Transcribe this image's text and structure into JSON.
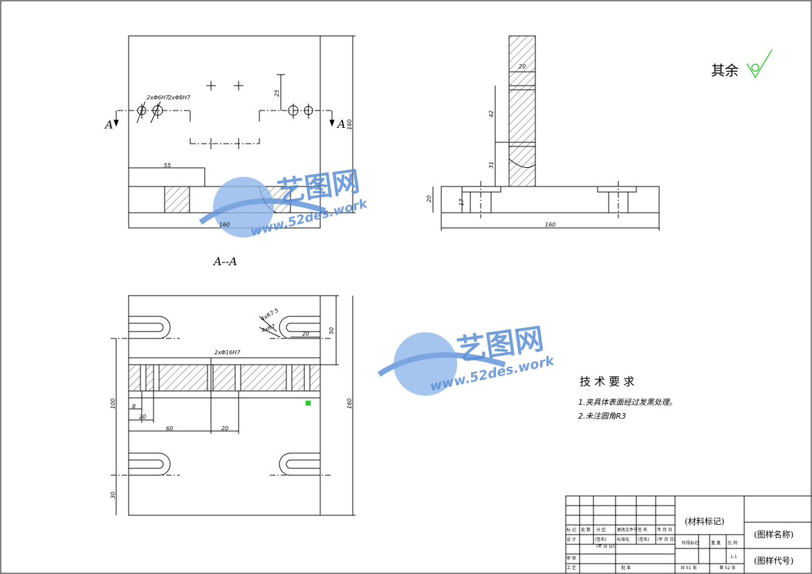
{
  "views": {
    "section_label": "A--A",
    "section_mark_left": "A",
    "section_mark_right": "A"
  },
  "dims": {
    "hole_note_1": "2xΦ6H7",
    "hole_note_2": "2xΦ8H7",
    "d25": "25",
    "d55": "55",
    "d160_vert": "160",
    "d160_horz": "160",
    "side_20_top": "20",
    "side_42": "42",
    "side_31": "31",
    "side_17": "17",
    "side_20": "20",
    "side_160": "160",
    "plan_r1": "4xR7.5",
    "plan_r2": "4xR7",
    "plan_20_top": "20",
    "plan_50": "50",
    "plan_hole": "2xΦ16H7",
    "plan_8": "8",
    "plan_20_a": "20",
    "plan_60": "60",
    "plan_20_b": "20",
    "plan_100": "100",
    "plan_160": "160",
    "plan_30": "30"
  },
  "roughness": {
    "label": "其余"
  },
  "tech_req": {
    "title": "技 术 要 求",
    "item1": "1.夹具体表面经过发黑处理。",
    "item2": "2.未注圆角R3"
  },
  "title_block": {
    "material": "(材料标记)",
    "drawing_name": "(图样名称)",
    "drawing_code": "(图样代号)",
    "h_mark": "标 记",
    "h_count": "处 数",
    "h_zone": "分 区",
    "h_change": "更改文件号",
    "h_sign": "签 名",
    "h_date": "年 月 日",
    "design": "设 计",
    "design_sig": "(签名)",
    "design_date": "(年 月 日)",
    "std": "标准化",
    "std_sig": "(签名)",
    "std_date": "(年 月 日)",
    "stage": "阶段标记",
    "weight": "重 量",
    "scale": "比 例",
    "scale_val": "1:1",
    "review": "审 核",
    "process": "工 艺",
    "approve": "批 准",
    "total": "共 51 张",
    "sheet": "第 52 张"
  },
  "watermark": {
    "brand": "艺图网",
    "url": "www.52des.work"
  }
}
